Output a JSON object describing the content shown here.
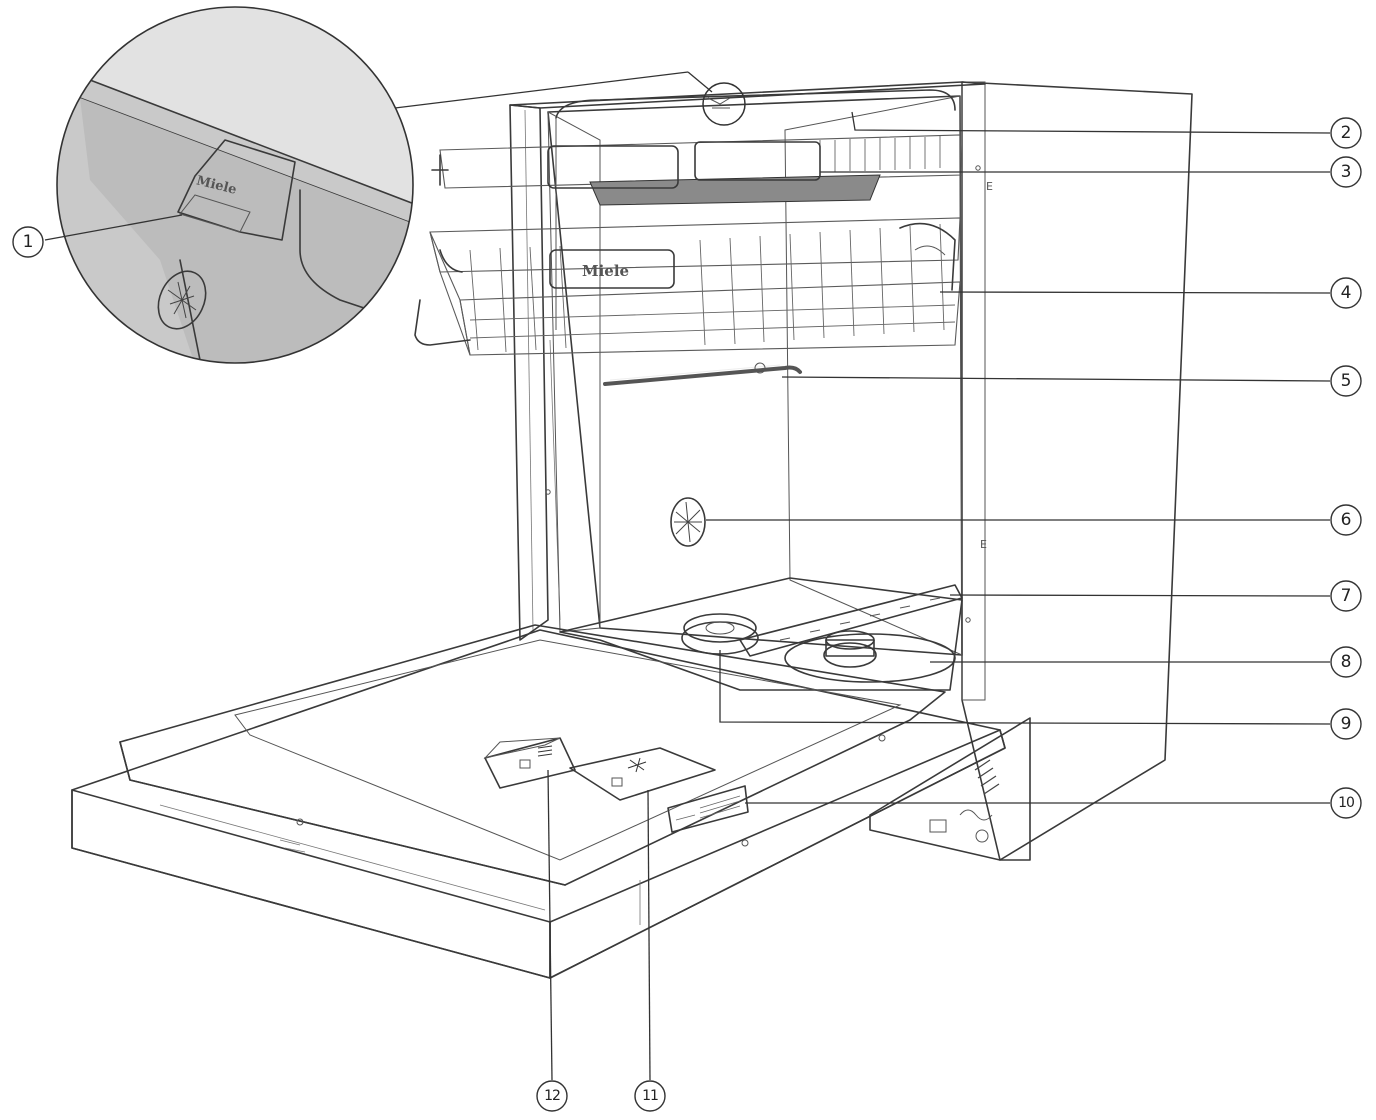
{
  "brand": {
    "logo_text": "Miele"
  },
  "callouts": [
    {
      "number": "1"
    },
    {
      "number": "2"
    },
    {
      "number": "3"
    },
    {
      "number": "4"
    },
    {
      "number": "5"
    },
    {
      "number": "6"
    },
    {
      "number": "7"
    },
    {
      "number": "8"
    },
    {
      "number": "9"
    },
    {
      "number": "10"
    },
    {
      "number": "11"
    },
    {
      "number": "12"
    }
  ],
  "colors": {
    "cabinet": "#e9e9e9",
    "cabinet_side": "#dcdcdc",
    "interior": "#c9c9c9",
    "interior_dark": "#b8b8b8",
    "door": "#f3f3f3",
    "line": "#3a3a3a"
  }
}
